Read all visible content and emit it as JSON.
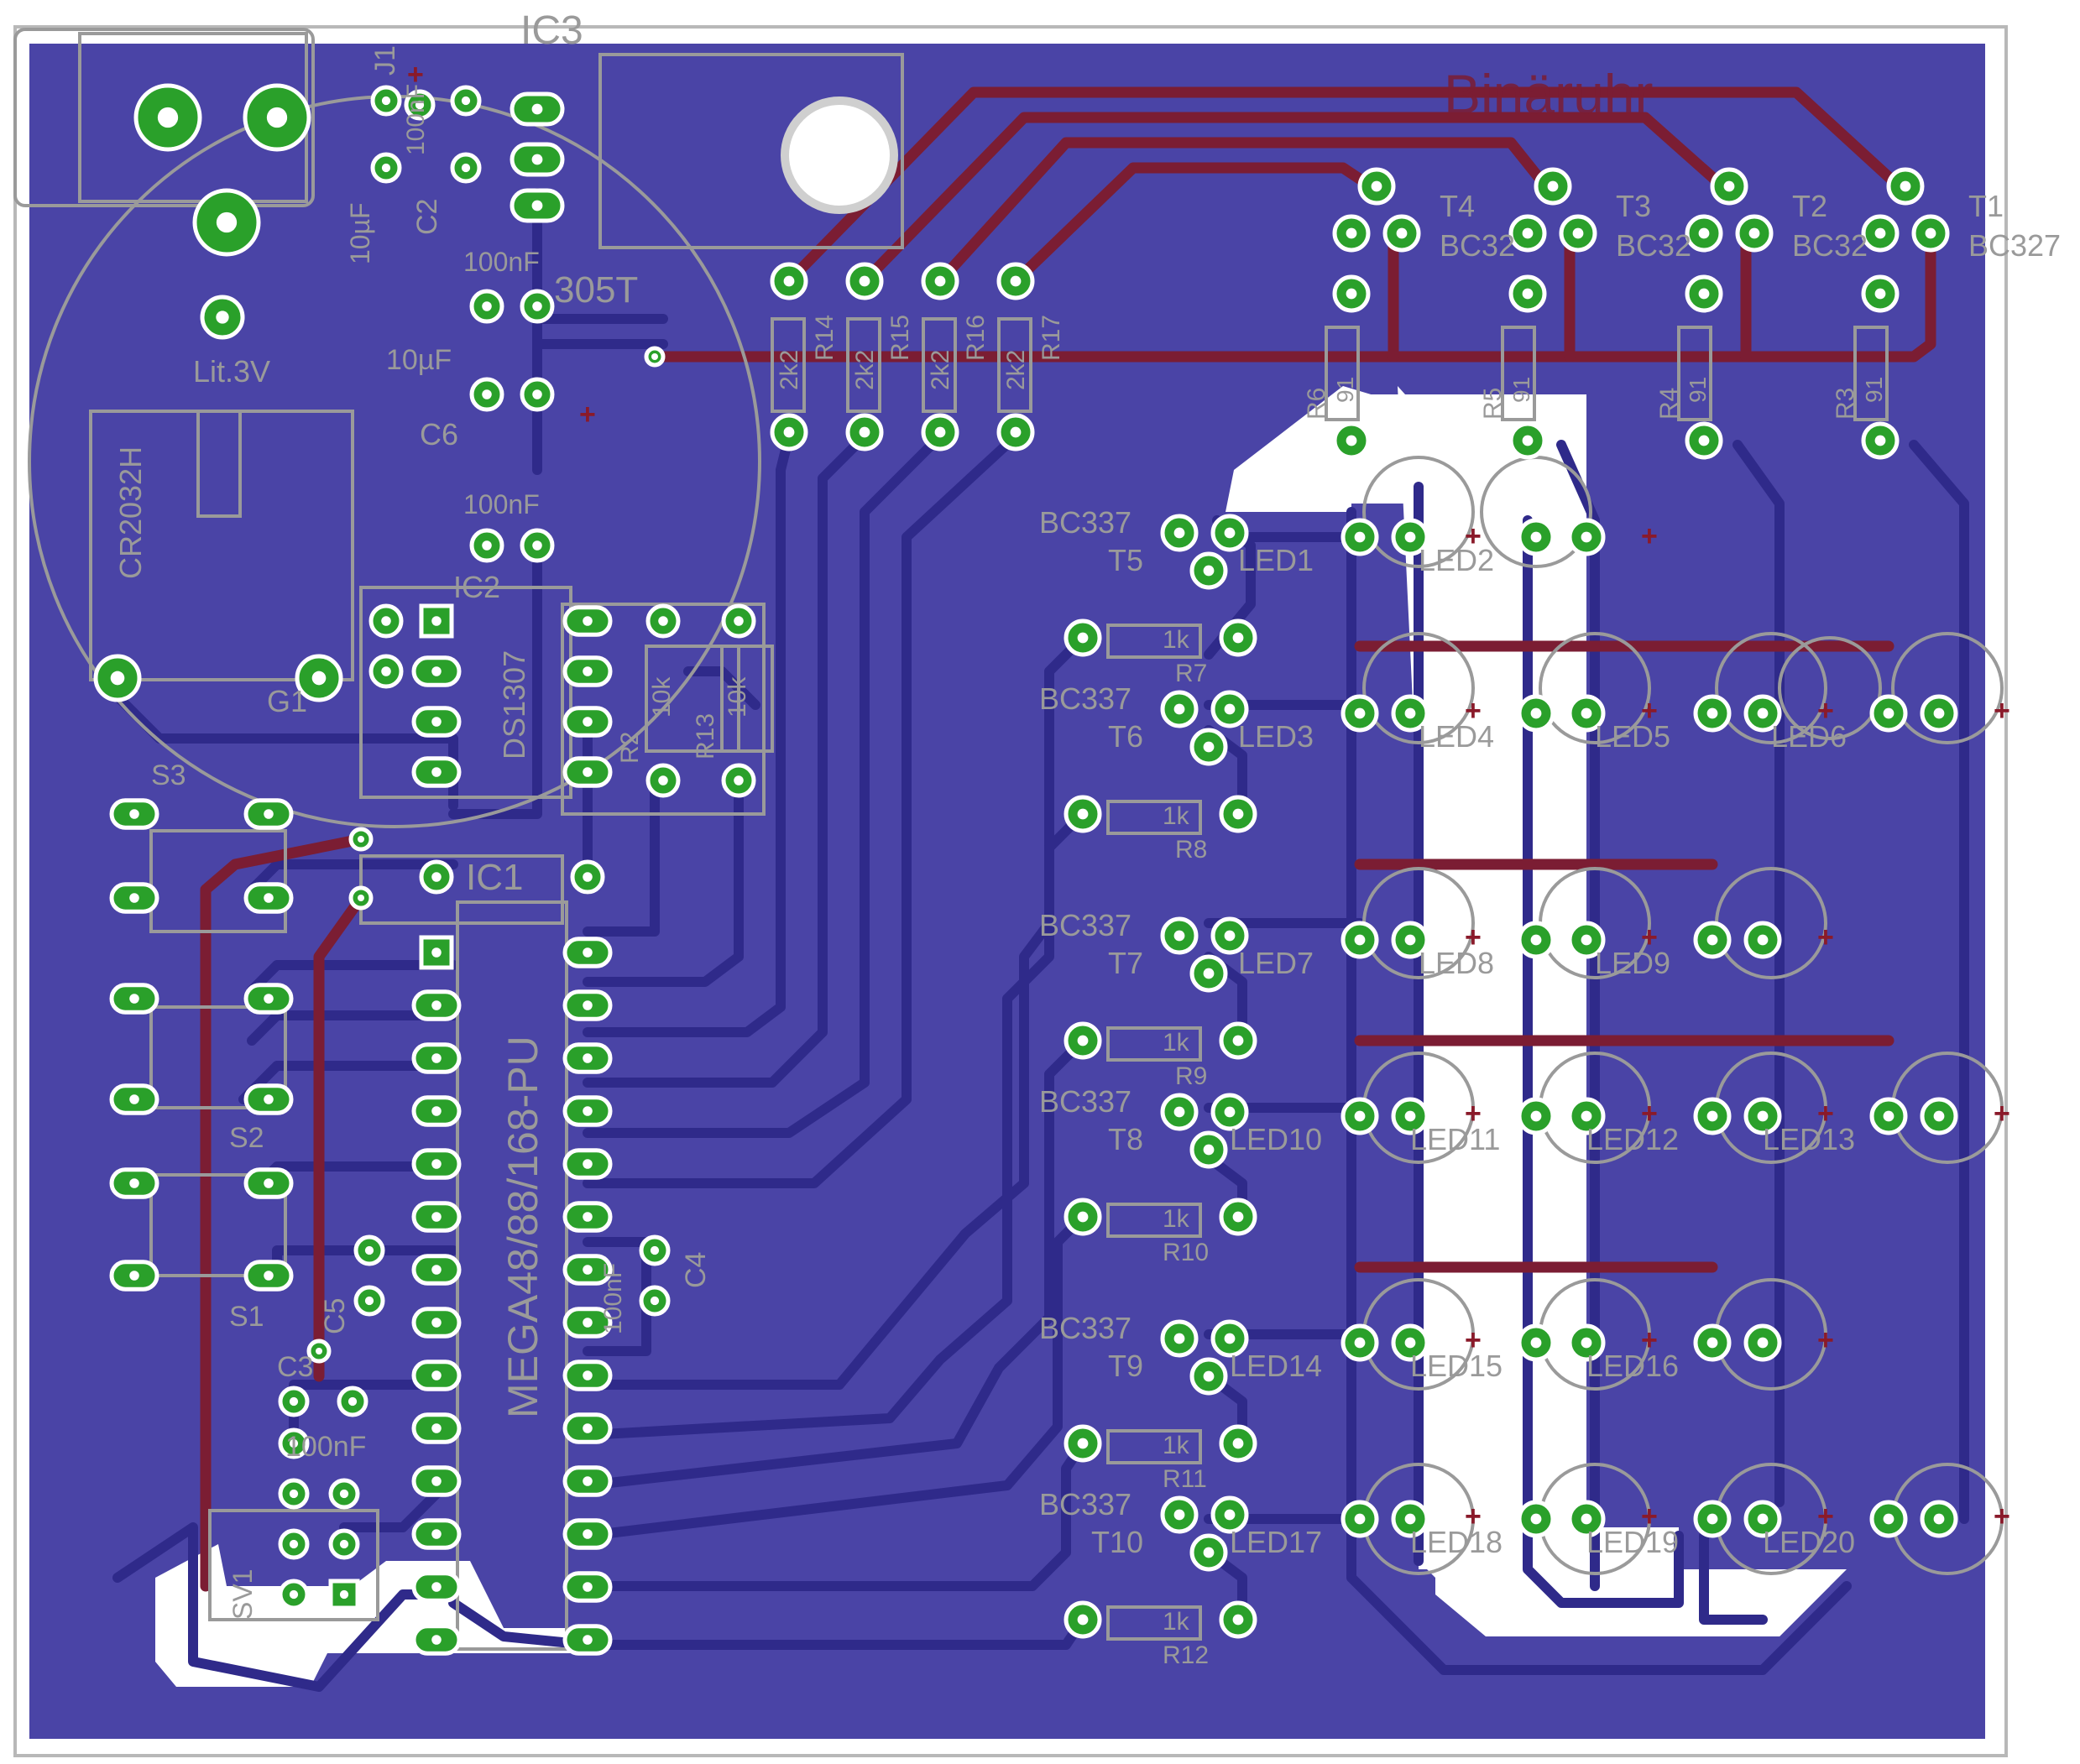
{
  "board": {
    "title": "Binäruhr",
    "colors": {
      "copper_bottom": "#4a44a6",
      "trace_bottom": "#2f2a8a",
      "trace_top": "#7b1d33",
      "pad": "#2aa02a",
      "silk": "#9a9a9a",
      "outline": "#b8b8b8"
    }
  },
  "labels": {
    "ic3": "IC3",
    "ic3_part": "305T",
    "j1": "J1",
    "c2": "C2",
    "c2_val": "100nF",
    "c10uf_a": "10µF",
    "c100nf_a": "100nF",
    "c6_val": "10µF",
    "c6": "C6",
    "c100nf_b": "100nF",
    "lit": "Lit.3V",
    "cr2032": "CR2032H",
    "g1": "G1",
    "ic2": "IC2",
    "ds": "DS1307",
    "s3": "S3",
    "s2": "S2",
    "s1": "S1",
    "ic1": "IC1",
    "mega": "MEGA48/88/168-PU",
    "c5": "C5",
    "c3": "C3",
    "c3_val": "100nF",
    "c4": "C4",
    "c4_val": "100nF",
    "sv1": "SV1",
    "r13": "R13",
    "r13_val": "10k",
    "r2": "R2",
    "r2_val": "10k",
    "r14": "R14",
    "r15": "R15",
    "r16": "R16",
    "r17": "R17",
    "r2k2": "2k2",
    "t1": "T1",
    "t2": "T2",
    "t3": "T3",
    "t4": "T4",
    "bc327": "BC327",
    "bc32": "BC32",
    "r3": "R3",
    "r4": "R4",
    "r5": "R5",
    "r6": "R6",
    "r91": "91",
    "bc337": "BC337",
    "t5": "T5",
    "t6": "T6",
    "t7": "T7",
    "t8": "T8",
    "t9": "T9",
    "t10": "T10",
    "r7": "R7",
    "r8": "R8",
    "r9": "R9",
    "r10": "R10",
    "r11": "R11",
    "r12": "R12",
    "r1k": "1k",
    "led1": "LED1",
    "led2": "LED2",
    "led3": "LED3",
    "led4": "LED4",
    "led5": "LED5",
    "led6": "LED6",
    "led7": "LED7",
    "led8": "LED8",
    "led9": "LED9",
    "led10": "LED10",
    "led11": "LED11",
    "led12": "LED12",
    "led13": "LED13",
    "led14": "LED14",
    "led15": "LED15",
    "led16": "LED16",
    "led17": "LED17",
    "led18": "LED18",
    "led19": "LED19",
    "led20": "LED20",
    "plus": "+"
  }
}
